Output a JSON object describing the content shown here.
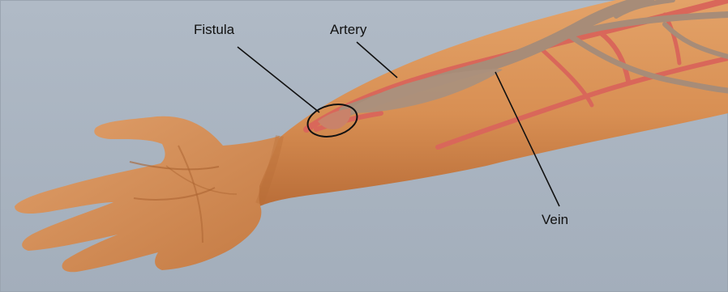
{
  "labels": {
    "fistula": "Fistula",
    "artery": "Artery",
    "vein": "Vein"
  },
  "colors": {
    "background": "#a7b2bf",
    "skin": "#d88f53",
    "artery": "#d9675a",
    "vein": "#a78c78",
    "leader_lines": "#111111"
  }
}
